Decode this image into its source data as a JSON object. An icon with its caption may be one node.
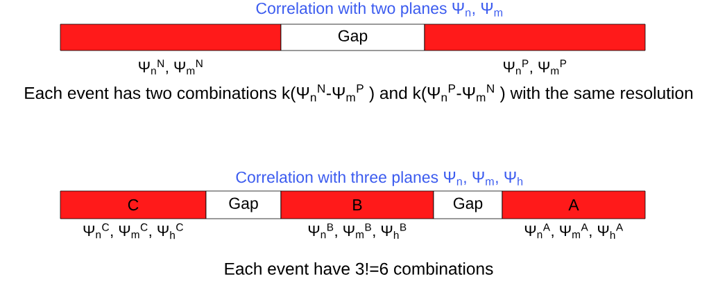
{
  "diagram": {
    "nodes": [
      {
        "text": [],
        "shape": "bar",
        "beside": [
          "Ψ$_{n}$$^{N}$, Ψ$_{m}$$^{N}$"
        ]
      },
      {
        "text": [
          "Gap"
        ]
      },
      {
        "text": [],
        "shape": "bar",
        "beside": [
          "Ψ$_{n}$$^{P}$, Ψ$_{m}$$^{P}$"
        ]
      },
      {
        "text": [
          "C"
        ],
        "beside": [
          "Ψ$_{n}$$^{C}$, Ψ$_{m}$$^{C}$, Ψ$_{h}$$^{C}$"
        ]
      },
      {
        "text": [
          "Gap"
        ]
      },
      {
        "text": [
          "B"
        ],
        "beside": [
          "Ψ$_{n}$$^{B}$, Ψ$_{m}$$^{B}$, Ψ$_{h}$$^{B}$"
        ]
      },
      {
        "text": [
          "Gap"
        ]
      },
      {
        "text": [
          "A"
        ],
        "beside": [
          "Ψ$_{n}$$^{A}$, Ψ$_{m}$$^{A}$, Ψ$_{h}$$^{A}$"
        ]
      }
    ],
    "labels": [
      "Correlation with two planes Ψ$_{n}$, Ψ$_{m}$",
      "Each event has two combinations k(Ψ$_{n}$$^{N}$-Ψ$_{m}$$^{P}$ ) and k(Ψ$_{n}$$^{P}$-Ψ$_{m}$$^{N}$ ) with the same resolution",
      "Correlation with three planes Ψ$_{n}$, Ψ$_{m}$, Ψ$_{h}$",
      "Each event have 3!=6 combinations"
    ]
  }
}
